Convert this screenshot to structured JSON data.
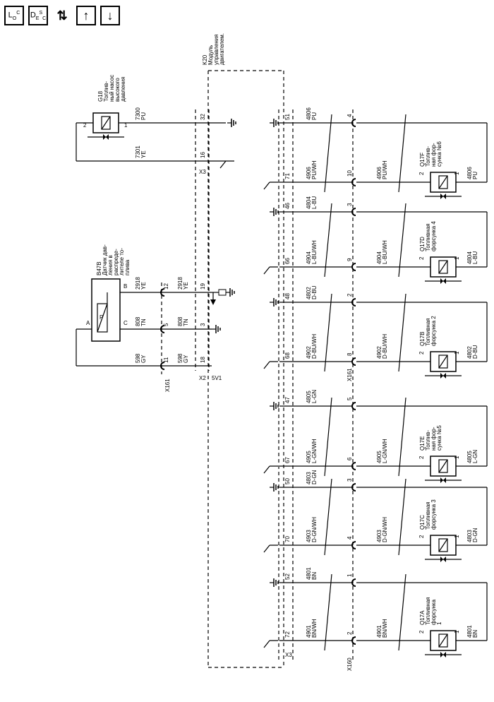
{
  "toolbar": [
    {
      "name": "loc-button",
      "main": "L",
      "sub": "O",
      "sup": "C"
    },
    {
      "name": "desc-button",
      "main": "D",
      "sub": "E",
      "sup": "S",
      "extra": "C"
    },
    {
      "name": "connector-tool-icon",
      "glyph": "⇅"
    },
    {
      "name": "page-up-button",
      "glyph": "↑"
    },
    {
      "name": "page-down-button",
      "glyph": "↓"
    }
  ],
  "module": {
    "id": "K20",
    "lines": [
      "K20",
      "Модуль",
      "управления",
      "двигателем."
    ],
    "conn_x2": "X2",
    "conn_x3_upper": "X3",
    "conn_x3_lower": "X3",
    "ref_5v1": "5V1"
  },
  "pump": {
    "lines": [
      "G18",
      "Топлив-",
      "ный насос",
      "высокого",
      "давления"
    ],
    "pin2": "2",
    "pin1": "1",
    "wire_a": {
      "circuit": "7300",
      "color": "PU",
      "pin": "32"
    },
    "wire_b": {
      "circuit": "7301",
      "color": "YE",
      "pin": "16"
    }
  },
  "sensor": {
    "lines": [
      "B47B",
      "Датчик дав-",
      "ления в",
      "распреде-",
      "лителе то-",
      "плива"
    ],
    "pinA": "A",
    "pinB": "B",
    "pinC": "C",
    "glyph": "P",
    "wires": [
      {
        "circuit": "2918",
        "color": "YE",
        "x161": "12",
        "ecm": "19"
      },
      {
        "circuit": "808",
        "color": "TN",
        "x161": "5",
        "ecm": "3"
      },
      {
        "circuit": "598",
        "color": "GY",
        "x161": "11",
        "ecm": "18"
      }
    ],
    "x161_label": "X161"
  },
  "injectors": [
    {
      "lines": [
        "Q17F",
        "Топлив-",
        "ная фор-",
        "сунка №6"
      ],
      "high": {
        "ecm": "51",
        "circuit": "4806",
        "color": "PU",
        "conn": "4"
      },
      "low": {
        "ecm": "71",
        "circuit": "4906",
        "color": "PU/WH",
        "conn": "10"
      },
      "inj": {
        "circuit": "4806",
        "color": "PU"
      }
    },
    {
      "lines": [
        "Q17D",
        "Топливная",
        "форсунка 4"
      ],
      "high": {
        "ecm": "46",
        "circuit": "4804",
        "color": "L-BU",
        "conn": "3"
      },
      "low": {
        "ecm": "66",
        "circuit": "4904",
        "color": "L-BU/WH",
        "conn": "9"
      },
      "inj": {
        "circuit": "4804",
        "color": "L-BU"
      }
    },
    {
      "lines": [
        "Q17B",
        "Топливная",
        "форсунка 2"
      ],
      "high": {
        "ecm": "48",
        "circuit": "4802",
        "color": "D-BU",
        "conn": "2"
      },
      "low": {
        "ecm": "68",
        "circuit": "4902",
        "color": "D-BU/WH",
        "conn": "8"
      },
      "inj": {
        "circuit": "4802",
        "color": "D-BU"
      }
    },
    {
      "lines": [
        "Q17E",
        "Топлив-",
        "ная фор-",
        "сунка №5"
      ],
      "high": {
        "ecm": "47",
        "circuit": "4805",
        "color": "L-GN",
        "conn": "5"
      },
      "low": {
        "ecm": "67",
        "circuit": "4905",
        "color": "L-GN/WH",
        "conn": "6"
      },
      "inj": {
        "circuit": "4805",
        "color": "L-GN"
      }
    },
    {
      "lines": [
        "Q17C",
        "Топливная",
        "форсунка 3"
      ],
      "high": {
        "ecm": "50",
        "circuit": "4803",
        "color": "D-GN",
        "conn": "3"
      },
      "low": {
        "ecm": "70",
        "circuit": "4903",
        "color": "D-GN/WH",
        "conn": "4"
      },
      "inj": {
        "circuit": "4803",
        "color": "D-GN"
      }
    },
    {
      "lines": [
        "Q17A",
        "Топливная",
        "форсунка",
        "1"
      ],
      "high": {
        "ecm": "52",
        "circuit": "4801",
        "color": "BN",
        "conn": "1"
      },
      "low": {
        "ecm": "72",
        "circuit": "4901",
        "color": "BN/WH",
        "conn": "2"
      },
      "inj": {
        "circuit": "4801",
        "color": "BN"
      }
    }
  ],
  "connector_labels": {
    "x161": "X161",
    "x160": "X160"
  },
  "injector_pins": {
    "p1": "1",
    "p2": "2"
  }
}
